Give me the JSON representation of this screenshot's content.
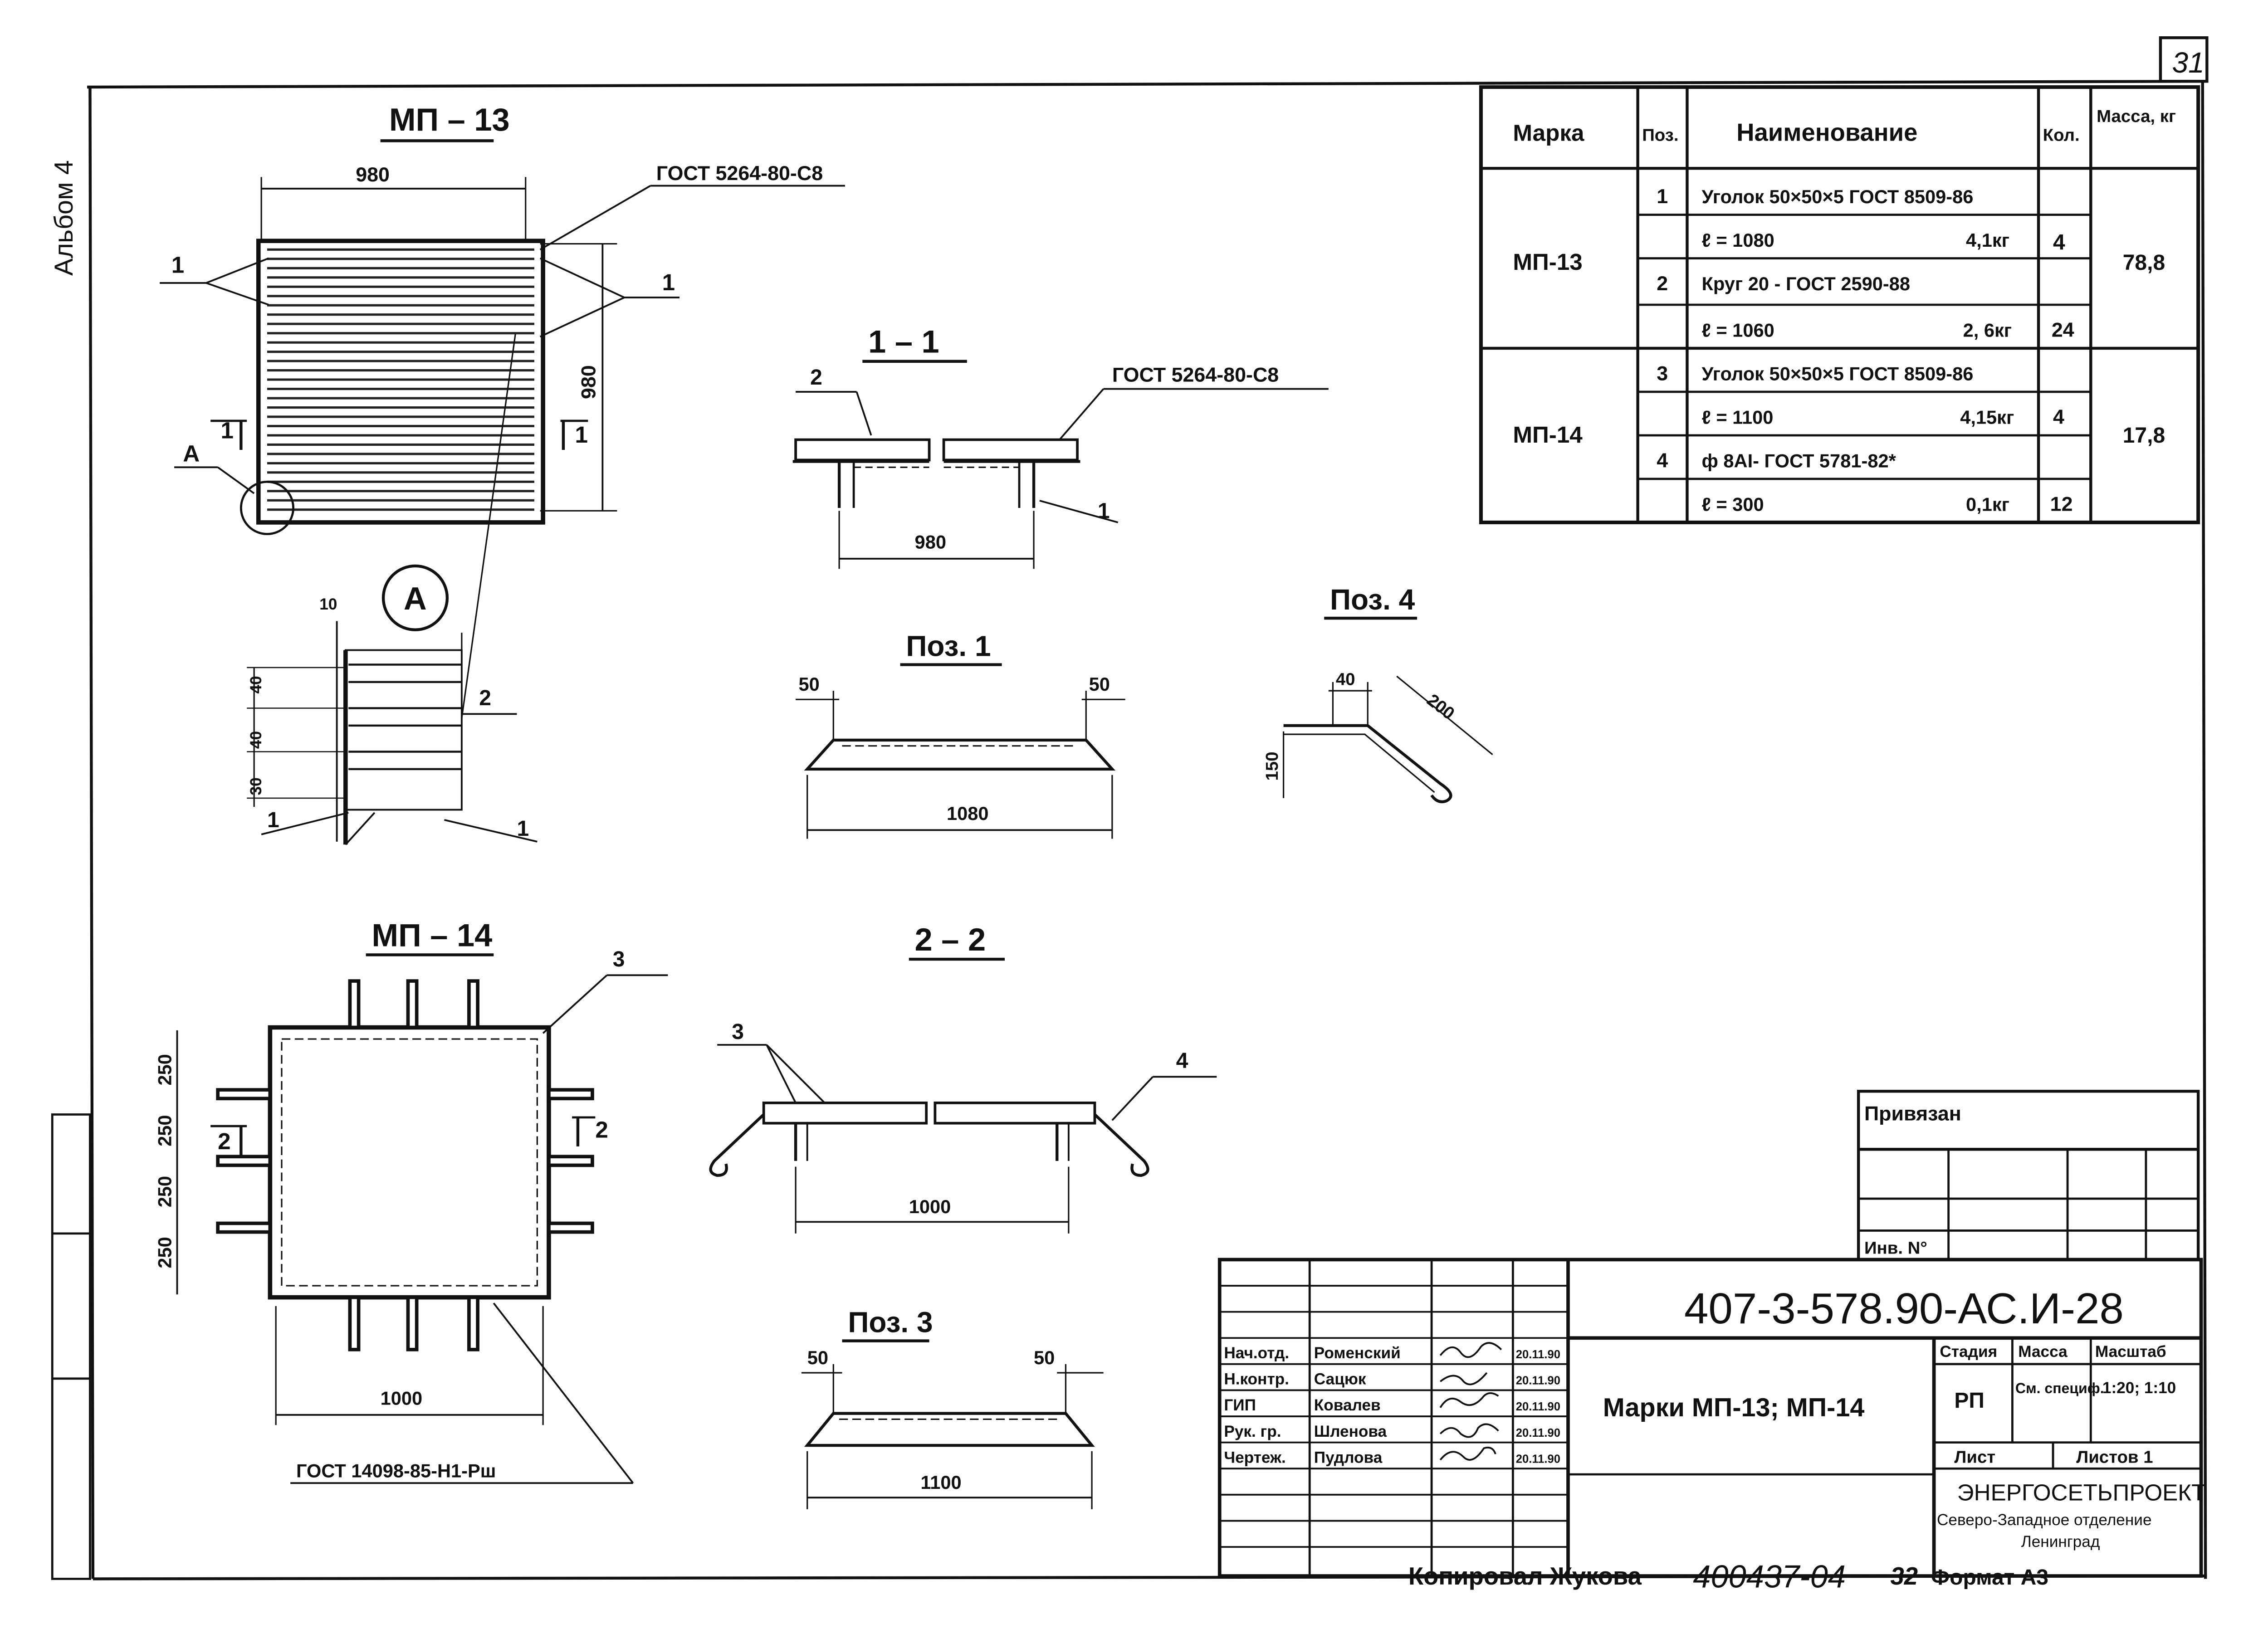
{
  "page_number": "31",
  "album": "Альбом 4",
  "mp13": {
    "title": "МП – 13",
    "dim_top": "980",
    "dim_side": "980",
    "gost": "ГОСТ 5264-80-С8",
    "callout_a": "А",
    "callout_1": "1",
    "section_mark": "1",
    "detail_label": "А",
    "detail_dims": [
      "10",
      "40",
      "40",
      "30"
    ],
    "detail_callouts": [
      "2",
      "1",
      "1"
    ]
  },
  "section_1_1": {
    "title": "1 – 1",
    "pos_label": "2",
    "gost": "ГОСТ 5264-80-С8",
    "callout": "1",
    "dim": "980"
  },
  "poz1": {
    "title": "Поз. 1",
    "dims": [
      "50",
      "50",
      "1080"
    ]
  },
  "poz4": {
    "title": "Поз. 4",
    "dims": [
      "40",
      "200",
      "150"
    ]
  },
  "mp14": {
    "title": "МП – 14",
    "dims_side": [
      "250",
      "250",
      "250",
      "250"
    ],
    "dim_bottom": "1000",
    "gost": "ГОСТ 14098-85-Н1-Рш",
    "callout_3": "3",
    "section_mark": "2"
  },
  "section_2_2": {
    "title": "2 – 2",
    "labels": [
      "3",
      "4"
    ],
    "dim": "1000"
  },
  "poz3": {
    "title": "Поз. 3",
    "dims": [
      "50",
      "50",
      "1100"
    ]
  },
  "spec_table": {
    "headers": [
      "Марка",
      "Поз.",
      "Наименование",
      "Кол.",
      "Масса, кг"
    ],
    "rows": [
      {
        "mark": "МП-13",
        "pos": "1",
        "name": "Уголок 50×50×5 ГОСТ 8509-86",
        "qty": "",
        "mass": "78,8"
      },
      {
        "mark": "",
        "pos": "",
        "name": "ℓ = 1080",
        "unit_mass": "4,1кг",
        "qty": "4",
        "mass": ""
      },
      {
        "mark": "",
        "pos": "2",
        "name": "Круг 20 - ГОСТ 2590-88",
        "qty": "",
        "mass": ""
      },
      {
        "mark": "",
        "pos": "",
        "name": "ℓ = 1060",
        "unit_mass": "2, 6кг",
        "qty": "24",
        "mass": ""
      },
      {
        "mark": "МП-14",
        "pos": "3",
        "name": "Уголок 50×50×5 ГОСТ 8509-86",
        "qty": "",
        "mass": "17,8"
      },
      {
        "mark": "",
        "pos": "",
        "name": "ℓ = 1100",
        "unit_mass": "4,15кг",
        "qty": "4",
        "mass": ""
      },
      {
        "mark": "",
        "pos": "4",
        "name": "ф 8АI- ГОСТ 5781-82*",
        "qty": "",
        "mass": ""
      },
      {
        "mark": "",
        "pos": "",
        "name": "ℓ = 300",
        "unit_mass": "0,1кг",
        "qty": "12",
        "mass": ""
      }
    ]
  },
  "privyazan": {
    "label": "Привязан",
    "inv": "Инв. N°"
  },
  "title_block": {
    "doc_code": "407-3-578.90-АС.И-28",
    "name": "Марки МП-13; МП-14",
    "roles": [
      {
        "role": "Нач.отд.",
        "person": "Роменский",
        "date": "20.11.90"
      },
      {
        "role": "Н.контр.",
        "person": "Сацюк",
        "date": "20.11.90"
      },
      {
        "role": "ГИП",
        "person": "Ковалев",
        "date": "20.11.90"
      },
      {
        "role": "Рук. гр.",
        "person": "Шленова",
        "date": "20.11.90"
      },
      {
        "role": "Чертеж.",
        "person": "Пудлова",
        "date": "20.11.90"
      }
    ],
    "stage_header": "Стадия",
    "mass_header": "Масса",
    "scale_header": "Масштаб",
    "stage": "РП",
    "mass": "См. специф.",
    "scale": "1:20; 1:10",
    "sheet_label": "Лист",
    "sheets_label": "Листов 1",
    "org_name": "ЭНЕРГОСЕТЬПРОЕКТ",
    "org_sub": "Северо-Западное отделение",
    "org_city": "Ленинград"
  },
  "footer": {
    "copied": "Копировал Жукова",
    "inv_number": "400437-04",
    "sheet_no": "32",
    "format": "Формат А3"
  }
}
